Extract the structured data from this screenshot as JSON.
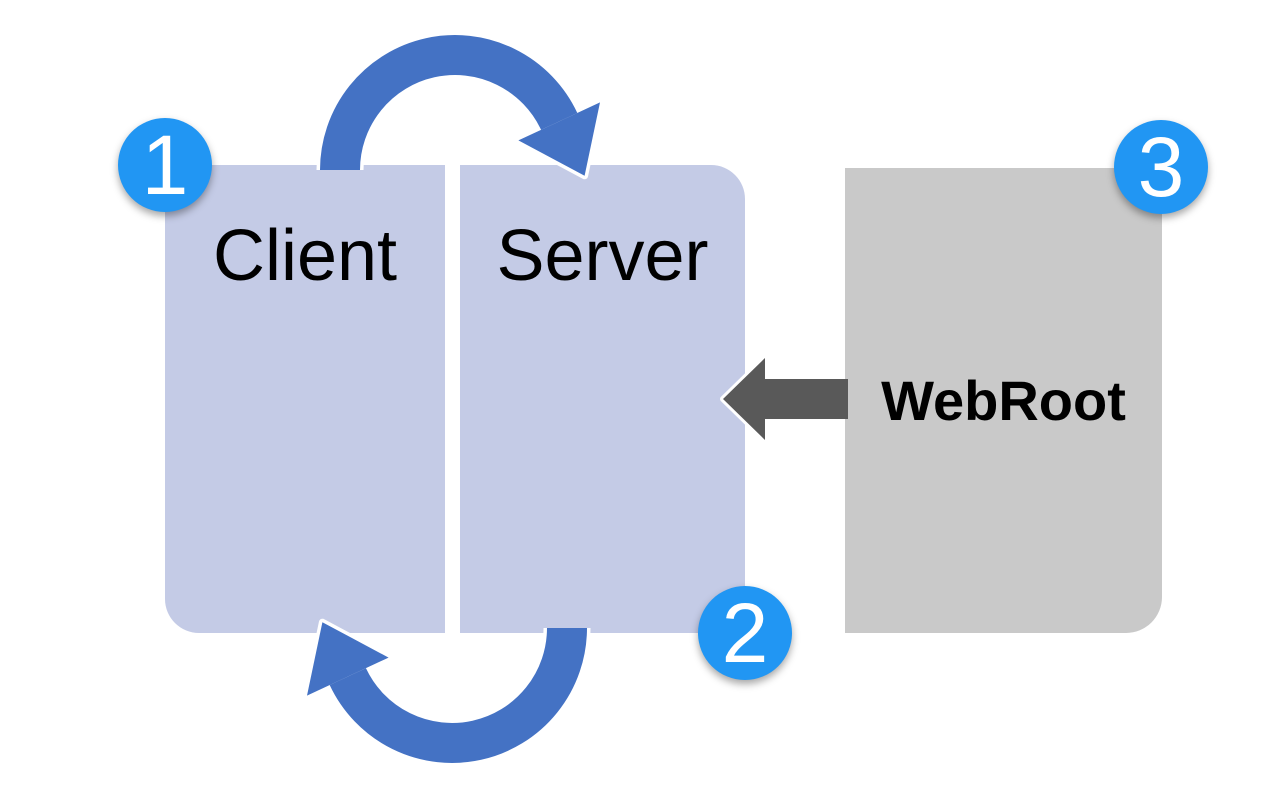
{
  "diagram": {
    "name": "client-server-webroot-sync-diagram",
    "background": "#FFFFFF",
    "nodes": [
      {
        "id": "client",
        "label": "Client",
        "badge": "1",
        "fill": "#C4CBE6",
        "text_color": "#000000"
      },
      {
        "id": "server",
        "label": "Server",
        "badge": "2",
        "fill": "#C4CBE6",
        "text_color": "#000000"
      },
      {
        "id": "webroot",
        "label": "WebRoot",
        "badge": "3",
        "fill": "#C9C9C9",
        "text_color": "#000000"
      }
    ],
    "badges": [
      {
        "value": "1",
        "attached_to": "client",
        "position": "top-left-corner",
        "fill": "#2196F3",
        "text_color": "#FFFFFF"
      },
      {
        "value": "2",
        "attached_to": "server",
        "position": "bottom-right-corner",
        "fill": "#2196F3",
        "text_color": "#FFFFFF"
      },
      {
        "value": "3",
        "attached_to": "webroot",
        "position": "top-right-corner",
        "fill": "#2196F3",
        "text_color": "#FFFFFF"
      }
    ],
    "arrows": [
      {
        "id": "client-to-server-top-arc",
        "type": "semicircular-arc",
        "direction": "clockwise",
        "from": "client",
        "to": "server",
        "color": "#4472C4",
        "outline": "#FFFFFF"
      },
      {
        "id": "server-to-client-bottom-arc",
        "type": "semicircular-arc",
        "direction": "clockwise",
        "from": "server",
        "to": "client",
        "color": "#4472C4",
        "outline": "#FFFFFF"
      },
      {
        "id": "webroot-to-server",
        "type": "block-arrow-left",
        "direction": "left",
        "from": "webroot",
        "to": "server",
        "color": "#595959",
        "outline": "#FFFFFF"
      }
    ]
  }
}
